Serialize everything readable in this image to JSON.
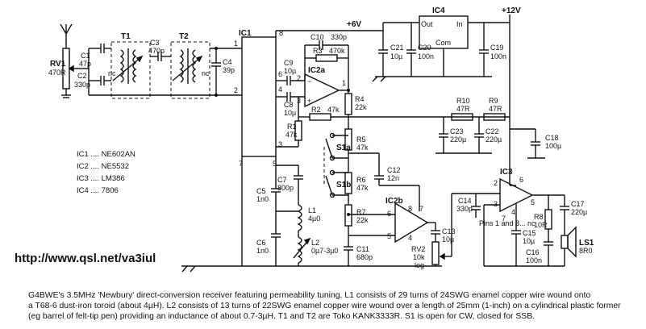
{
  "labels": {
    "rv1": "RV1",
    "rv1_val": "470R",
    "c1": "C1",
    "c1_val": "47p",
    "c2": "C2",
    "c2_val": "330p",
    "t1": "T1",
    "t2": "T2",
    "c3": "C3",
    "c3_val": "470p",
    "c4": "C4",
    "c4_val": "39p",
    "nc": "nc",
    "ic1": "IC1",
    "plus6v": "+6V",
    "ic4": "IC4",
    "ic4_out": "Out",
    "ic4_in": "In",
    "ic4_com": "Com",
    "plus12v": "+12V",
    "c21": "C21",
    "c21_val": "10µ",
    "c20": "C20",
    "c20_val": "100n",
    "c19": "C19",
    "c19_val": "100n",
    "c10": "C10",
    "c10_val": "330p",
    "r3": "R3",
    "r3_val": "470k",
    "ic2a": "IC2a",
    "c9": "C9",
    "c9_val": "10µ",
    "c8": "C8",
    "c8_val": "10µ",
    "r2": "R2",
    "r2_val": "47k",
    "r4": "R4",
    "r4_val": "22k",
    "r1": "R1",
    "r1_val": "47k",
    "r10": "R10",
    "r10_val": "47R",
    "r9": "R9",
    "r9_val": "47R",
    "c23": "C23",
    "c23_val": "220µ",
    "c22": "C22",
    "c22_val": "220µ",
    "c18": "C18",
    "c18_val": "100µ",
    "s1a": "S1a",
    "s1b": "S1b",
    "r5": "R5",
    "r5_val": "47k",
    "r6": "R6",
    "r6_val": "47k",
    "r7": "R7",
    "r7_val": "22k",
    "c12": "C12",
    "c12_val": "12n",
    "c7": "C7",
    "c7_val": "800p",
    "c5": "C5",
    "c5_val": "1n0",
    "c6": "C6",
    "c6_val": "1n0",
    "l1": "L1",
    "l1_val": "4µ0",
    "l2": "L2",
    "l2_val": "0µ7-3µ0",
    "ic2b": "IC2b",
    "c11": "C11",
    "c11_val": "680p",
    "c13": "C13",
    "c13_val": "10µ",
    "rv2": "RV2",
    "rv2_val": "10k",
    "rv2_taper": "log",
    "ic3": "IC3",
    "c14": "C14",
    "c14_val": "330p",
    "pins_note": "Pins 1 and 8... nc",
    "c15": "C15",
    "c15_val": "10µ",
    "c16": "C16",
    "c16_val": "100n",
    "r8": "R8",
    "r8_val": "10R",
    "c17": "C17",
    "c17_val": "220µ",
    "ls1": "LS1",
    "ls1_val": "8R0",
    "pins": {
      "ic1_8": "8",
      "ic1_1": "1",
      "ic1_2": "2",
      "ic1_6": "6",
      "ic1_4": "4",
      "ic1_3": "3",
      "ic1_7": "7",
      "ic1_5": "5",
      "ic2a_2": "2",
      "ic2a_3": "3",
      "ic2a_1": "1",
      "ic2b_6": "6",
      "ic2b_5": "5",
      "ic2b_7": "7",
      "ic2b_8": "8",
      "ic2b_4": "4",
      "ic3_2": "2",
      "ic3_3": "3",
      "ic3_6": "6",
      "ic3_5": "5",
      "ic3_4": "4",
      "ic3_7": "7"
    }
  },
  "ic_list": [
    {
      "ref": "IC1",
      "part": "NE602AN"
    },
    {
      "ref": "IC2",
      "part": "NE5532"
    },
    {
      "ref": "IC3",
      "part": "LM386"
    },
    {
      "ref": "IC4",
      "part": "7806"
    }
  ],
  "url": "http://www.qsl.net/va3iul",
  "caption": {
    "line1": "G4BWE's 3.5MHz 'Newbury' direct-conversion receiver featuring permeability tuning. L1 consists of 29 turns of 24SWG enamel copper wire wound onto",
    "line2": "a T68-6 dust-iron toroid (about 4µH). L2 consists of 13 turns of 22SWG enamel copper wire wound over a length of 25mm (1-inch) on a cylindrical plastic former",
    "line3": "(eg barrel of felt-tip pen) providing an inductance of about 0.7-3µH. T1 and T2 are Toko KANK3333R. S1 is open for CW, closed for SSB."
  }
}
